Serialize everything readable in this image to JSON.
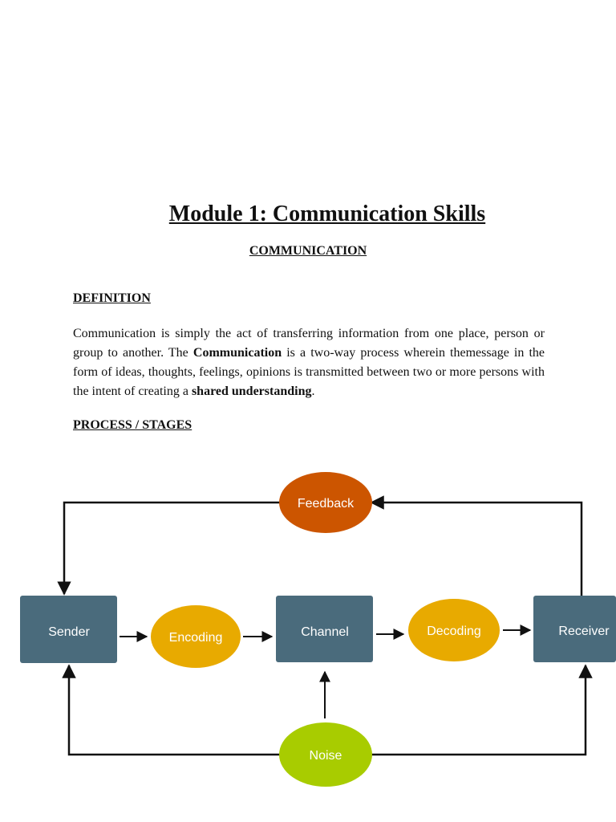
{
  "document": {
    "title": "Module 1: Communication Skills",
    "subtitle": "COMMUNICATION",
    "definition_heading": "DEFINITION",
    "definition_parts": [
      "Communication is simply the act of transferring information from one place, person or group to another. The ",
      "Communication",
      " is a two-way process wherein themessage in the form of ideas, thoughts, feelings, opinions is transmitted between two or more persons with the intent of creating a ",
      "shared understanding",
      "."
    ],
    "process_heading": "PROCESS / STAGES"
  },
  "diagram": {
    "nodes": {
      "sender": "Sender",
      "encoding": "Encoding",
      "channel": "Channel",
      "decoding": "Decoding",
      "receiver": "Receiver",
      "feedback": "Feedback",
      "noise": "Noise"
    },
    "colors": {
      "box": "#4a6b7c",
      "ellipse_yellow": "#e8aa00",
      "feedback": "#cc5500",
      "noise": "#a8cc00",
      "line": "#111111"
    }
  }
}
